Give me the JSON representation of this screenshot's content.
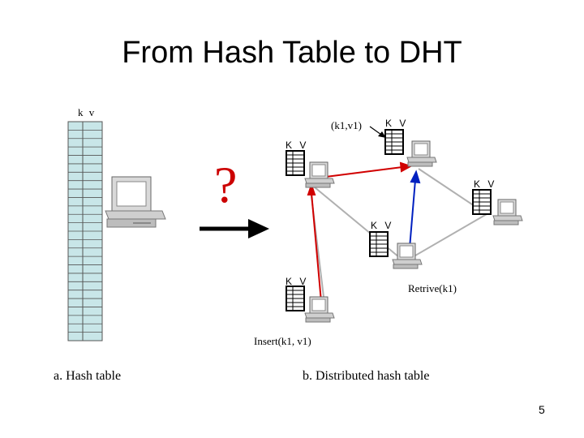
{
  "slide": {
    "title": "From Hash Table to DHT",
    "page_number": "5"
  },
  "hash_table": {
    "header": "k v",
    "caption": "a. Hash table",
    "row_count": 26
  },
  "dht": {
    "question_mark": "?",
    "node_kv_label": "K V",
    "pair_label": "(k1,v1)",
    "retrieve_label": "Retrive(k1)",
    "insert_label": "Insert(k1, v1)",
    "caption": "b. Distributed hash table"
  },
  "colors": {
    "table_fill": "#c8e6e8",
    "arrow": "#000000",
    "insert_path": "#d10000",
    "retrieve_path": "#0020c0",
    "link": "#b0b0b0",
    "question_mark": "#cc0000"
  }
}
